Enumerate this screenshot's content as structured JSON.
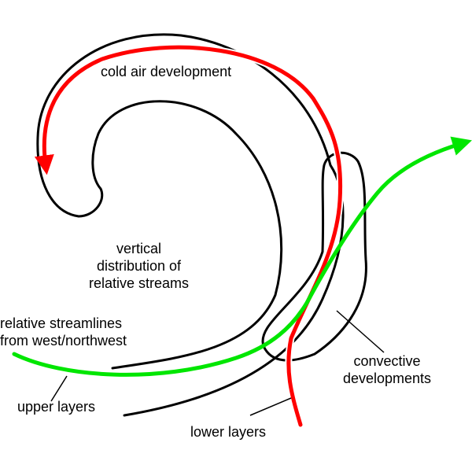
{
  "labels": {
    "cold_air": "cold air development",
    "vertical_distribution": [
      "vertical",
      "distribution of",
      "relative streams"
    ],
    "relative_streamlines": [
      "relative streamlines",
      "from west/northwest"
    ],
    "convective": [
      "convective",
      "developments"
    ],
    "upper_layers": "upper layers",
    "lower_layers": "lower layers"
  },
  "colors": {
    "cold_air_arrow": "#ff0000",
    "relative_streamline": "#00e600",
    "outline": "#000000",
    "background": "#ffffff"
  }
}
